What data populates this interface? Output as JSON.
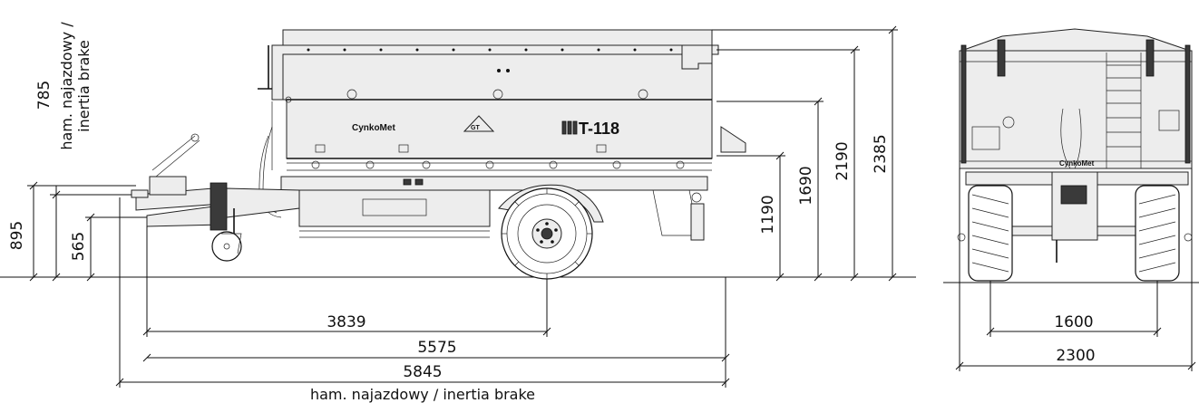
{
  "side_view": {
    "vertical_dims": {
      "d895": "895",
      "d565": "565",
      "d785": "785",
      "d1190": "1190",
      "d1690": "1690",
      "d2190": "2190",
      "d2385": "2385"
    },
    "horizontal_dims": {
      "d3839": "3839",
      "d5575": "5575",
      "d5845": "5845"
    },
    "brake_note_vertical_line1": "ham. najazdowy /",
    "brake_note_vertical_line2": "inertia brake",
    "brake_note_bottom": "ham. najazdowy / inertia brake",
    "brand_text": "CynkoMet",
    "model_text": "T-118",
    "tag_text": "GT"
  },
  "rear_view": {
    "track_width": "1600",
    "overall_width": "2300",
    "brand_text": "CynkoMet"
  },
  "colors": {
    "line": "#111111",
    "body_fill": "#ededed"
  }
}
